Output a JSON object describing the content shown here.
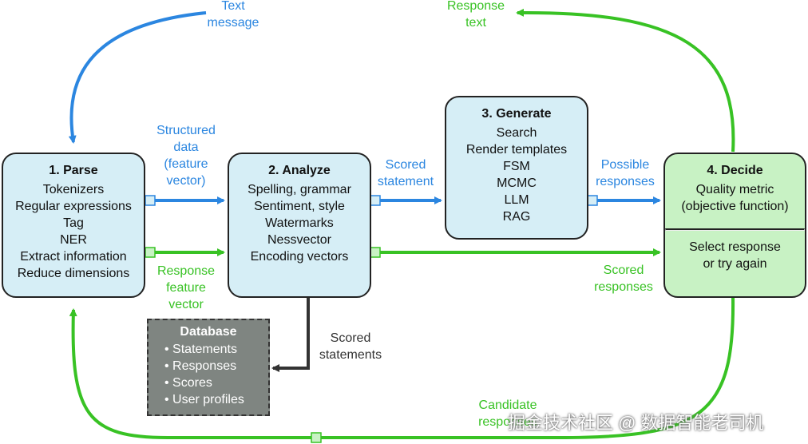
{
  "boxes": {
    "parse": {
      "title": "1. Parse",
      "lines": [
        "Tokenizers",
        "Regular expressions",
        "Tag",
        "NER",
        "Extract information",
        "Reduce dimensions"
      ]
    },
    "analyze": {
      "title": "2. Analyze",
      "lines": [
        "Spelling, grammar",
        "Sentiment, style",
        "Watermarks",
        "Nessvector",
        "Encoding vectors"
      ]
    },
    "generate": {
      "title": "3. Generate",
      "lines": [
        "Search",
        "Render templates",
        "FSM",
        "MCMC",
        "LLM",
        "RAG"
      ]
    },
    "decide": {
      "title": "4. Decide",
      "top_lines": [
        "Quality metric",
        "(objective function)"
      ],
      "bottom_lines": [
        "Select response",
        "or try again"
      ]
    }
  },
  "database": {
    "title": "Database",
    "items": [
      "• Statements",
      "• Responses",
      "• Scores",
      "• User profiles"
    ]
  },
  "labels": {
    "text_message": [
      "Text",
      "message"
    ],
    "structured_data": [
      "Structured",
      "data",
      "(feature",
      "vector)"
    ],
    "response_feature_vector": [
      "Response",
      "feature",
      "vector"
    ],
    "scored_statement": [
      "Scored",
      "statement"
    ],
    "possible_responses": [
      "Possible",
      "responses"
    ],
    "scored_responses": [
      "Scored",
      "responses"
    ],
    "scored_statements": [
      "Scored",
      "statements"
    ],
    "response_text": [
      "Response",
      "text"
    ],
    "candidate_responses": [
      "Candidate",
      "responses"
    ]
  },
  "watermark": "掘金技术社区 @ 数据智能老司机",
  "colors": {
    "blue": "#2b86e0",
    "green": "#38c224",
    "box_fill": "#d6eef6",
    "decide_fill": "#c8f2c4",
    "database_fill": "#7f8581"
  }
}
